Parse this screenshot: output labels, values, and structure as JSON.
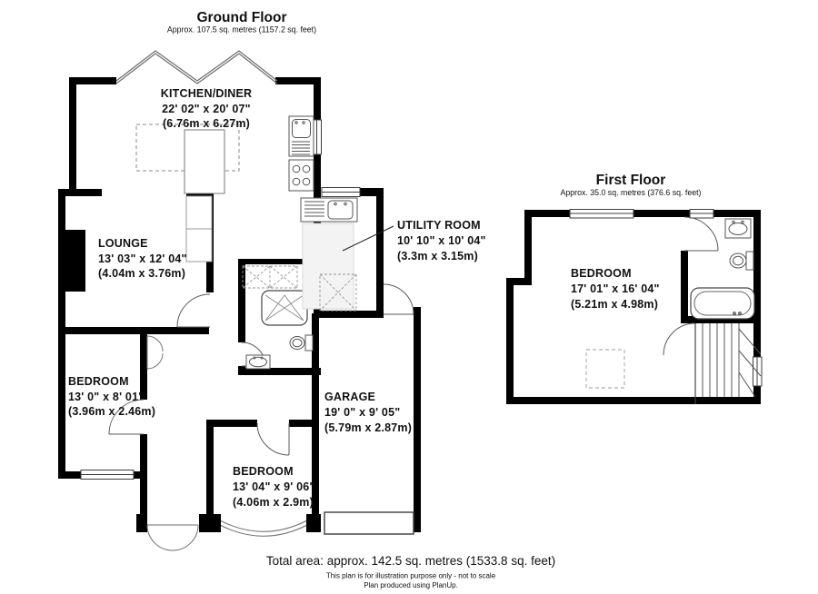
{
  "document": {
    "type": "property-floorplan",
    "colors": {
      "wall": "#000000",
      "line": "#4d4d4d",
      "light_line": "#8a8a8a",
      "background": "#ffffff"
    }
  },
  "ground_floor": {
    "title": "Ground Floor",
    "subtitle": "Approx. 107.5 sq. metres (1157.2 sq. feet)",
    "rooms": {
      "kitchen_diner": {
        "name": "KITCHEN/DINER",
        "imperial": "22' 02\" x 20' 07\"",
        "metric": "(6.76m x 6.27m)"
      },
      "lounge": {
        "name": "LOUNGE",
        "imperial": "13' 03\" x 12' 04\"",
        "metric": "(4.04m x 3.76m)"
      },
      "utility": {
        "name": "UTILITY ROOM",
        "imperial": "10' 10\" x 10' 04\"",
        "metric": "(3.3m x 3.15m)"
      },
      "bedroom_left": {
        "name": "BEDROOM",
        "imperial": "13' 0\" x 8' 01\"",
        "metric": "(3.96m x 2.46m)"
      },
      "garage": {
        "name": "GARAGE",
        "imperial": "19' 0\" x 9' 05\"",
        "metric": "(5.79m x 2.87m)"
      },
      "bedroom_front": {
        "name": "BEDROOM",
        "imperial": "13' 04\" x 9' 06\"",
        "metric": "(4.06m x 2.9m)"
      }
    }
  },
  "first_floor": {
    "title": "First Floor",
    "subtitle": "Approx. 35.0 sq. metres (376.6 sq. feet)",
    "rooms": {
      "bedroom": {
        "name": "BEDROOM",
        "imperial": "17' 01\" x 16' 04\"",
        "metric": "(5.21m x 4.98m)"
      }
    }
  },
  "footer": {
    "total_area": "Total area: approx. 142.5 sq. metres (1533.8 sq. feet)",
    "disclaimer": "This plan is for illustration purpose only - not to scale",
    "credit": "Plan produced using PlanUp."
  }
}
